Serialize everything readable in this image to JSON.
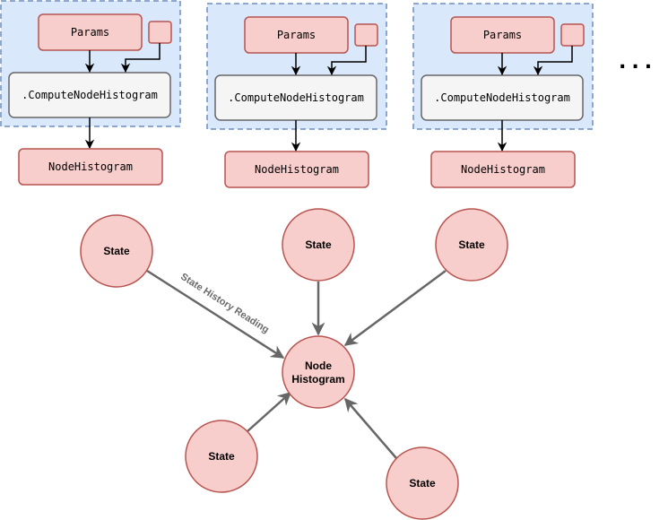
{
  "colors": {
    "group_fill": "#dae8fc",
    "group_stroke": "#6c8ebf",
    "node_fill": "#f8cecc",
    "node_stroke": "#b85450",
    "compute_fill": "#f5f5f5",
    "compute_stroke": "#666666",
    "edge_dark": "#000000",
    "edge_gray": "#666666"
  },
  "pipelines": [
    {
      "params_label": "Params",
      "compute_label": ".ComputeNodeHistogram",
      "output_label": "NodeHistogram"
    },
    {
      "params_label": "Params",
      "compute_label": ".ComputeNodeHistogram",
      "output_label": "NodeHistogram"
    },
    {
      "params_label": "Params",
      "compute_label": ".ComputeNodeHistogram",
      "output_label": "NodeHistogram"
    }
  ],
  "ellipsis": "...",
  "graph": {
    "center": {
      "line1": "Node",
      "line2": "Histogram"
    },
    "states": [
      {
        "label": "State"
      },
      {
        "label": "State"
      },
      {
        "label": "State"
      },
      {
        "label": "State"
      },
      {
        "label": "State"
      }
    ],
    "edge_label": "State History Reading"
  }
}
